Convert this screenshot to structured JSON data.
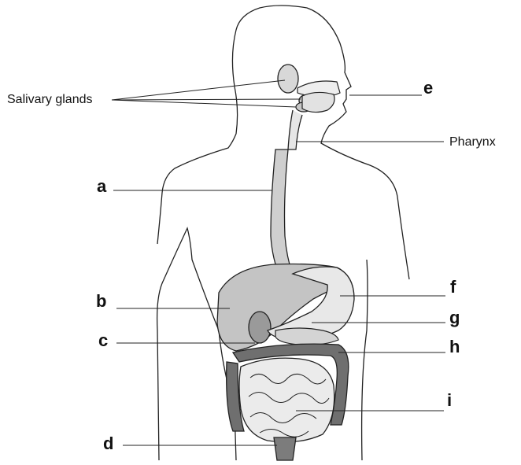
{
  "diagram": {
    "labels": {
      "salivary": "Salivary glands",
      "pharynx": "Pharynx",
      "a": "a",
      "b": "b",
      "c": "c",
      "d": "d",
      "e": "e",
      "f": "f",
      "g": "g",
      "h": "h",
      "i": "i"
    }
  }
}
